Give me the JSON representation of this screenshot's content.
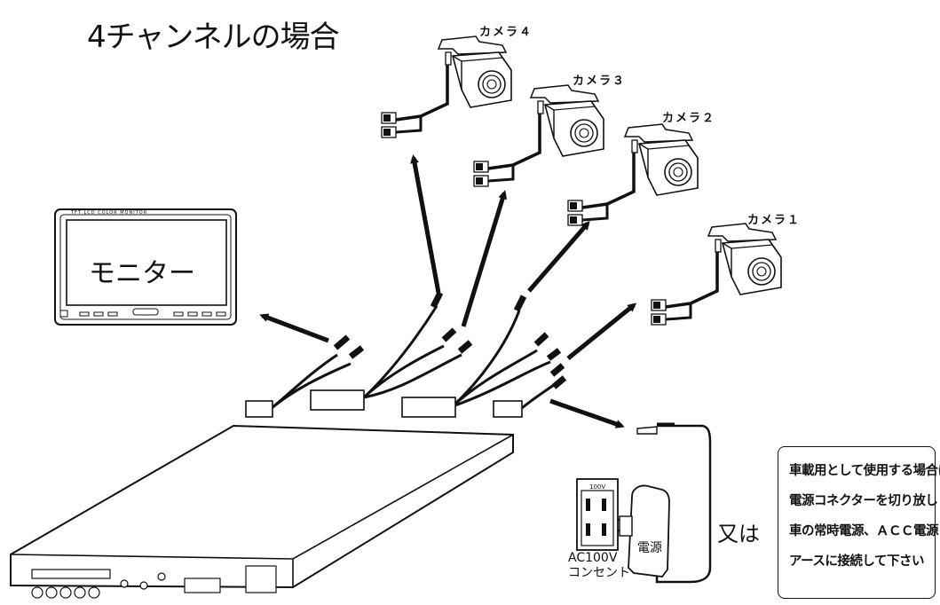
{
  "title": "4チャンネルの場合",
  "cameras": [
    {
      "label": "カメラ４"
    },
    {
      "label": "カメラ３"
    },
    {
      "label": "カメラ２"
    },
    {
      "label": "カメラ１"
    }
  ],
  "monitor": {
    "label": "モニター",
    "brand": "TFT LCD COLOR MONITOR"
  },
  "outlet": {
    "voltage_mark": "100V",
    "label_line1": "AC100V",
    "label_line2": "コンセント"
  },
  "adapter": {
    "label": "電源"
  },
  "or_text": "又は",
  "note_lines": [
    "車載用として使用する場合は",
    "電源コネクターを切り放し",
    "車の常時電源、ＡＣＣ電源",
    "アースに接続して下さい"
  ]
}
